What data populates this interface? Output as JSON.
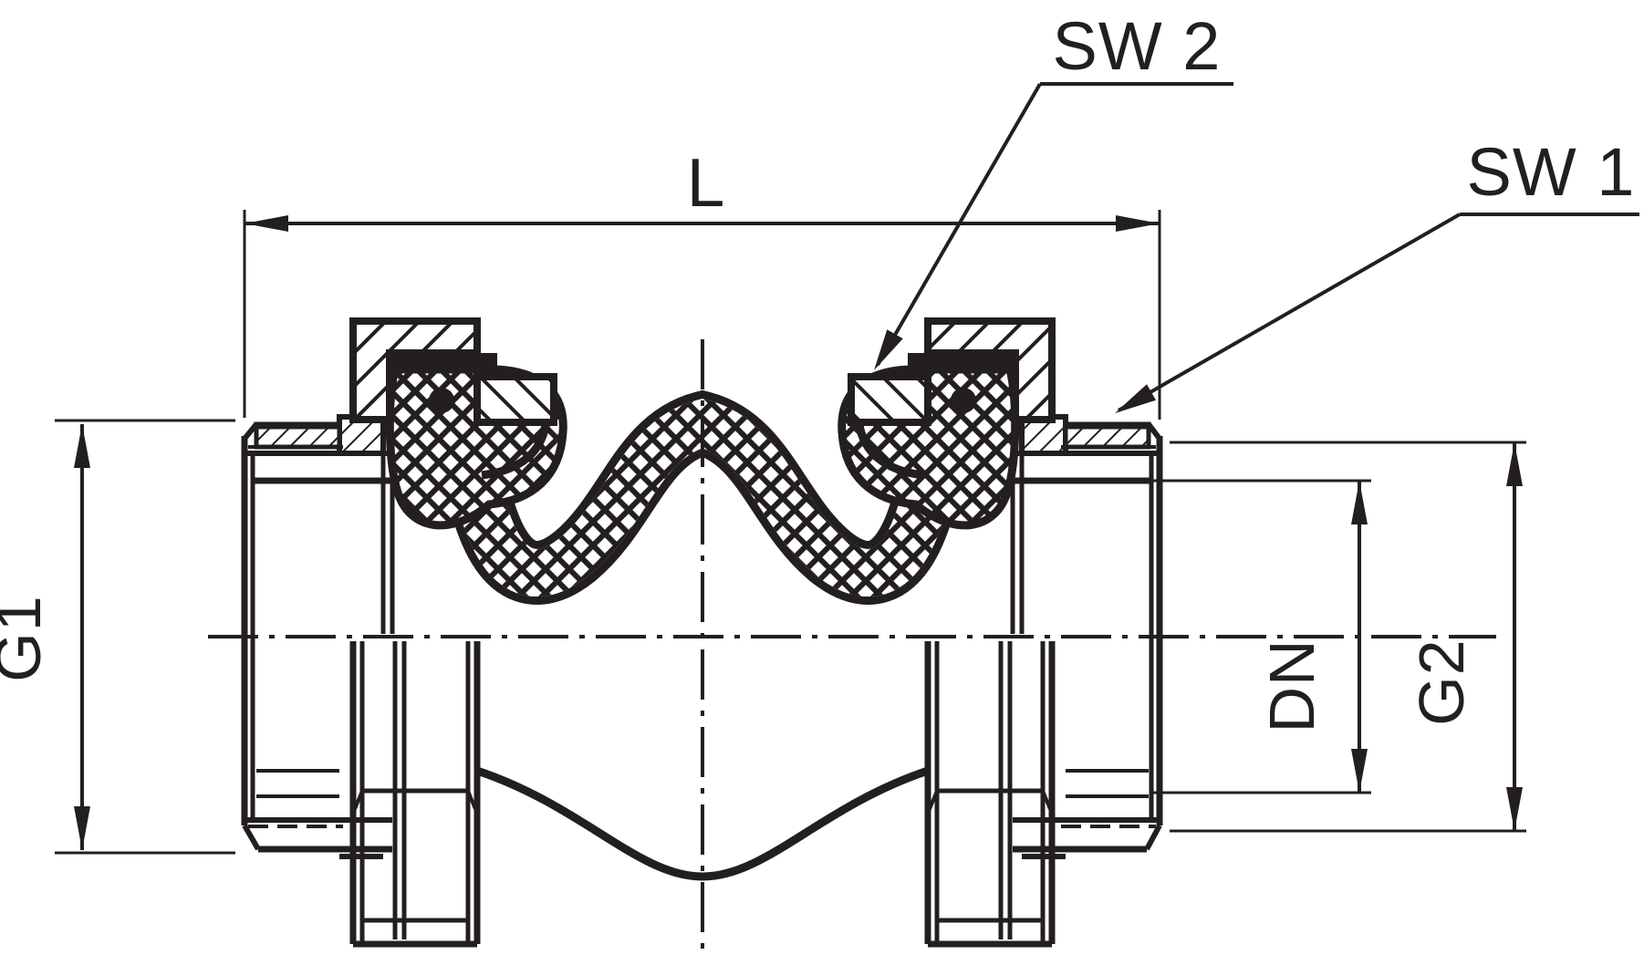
{
  "drawing": {
    "title": "Expansion joint cross-section technical drawing",
    "stroke_color": "#231f20",
    "background_color": "#ffffff",
    "labels": {
      "length": "L",
      "wrench_size_2": "SW 2",
      "wrench_size_1": "SW 1",
      "thread_left": "G1",
      "nominal_bore": "DN",
      "thread_right": "G2"
    }
  }
}
